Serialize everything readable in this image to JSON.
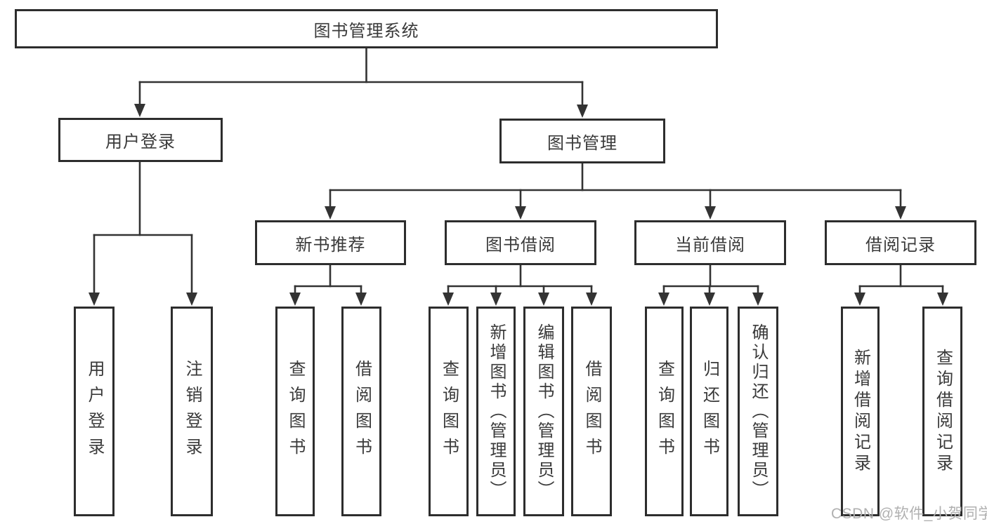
{
  "colors": {
    "line": "#333333",
    "border": "#2d2d2d",
    "text": "#3a3a3a",
    "box_fill": "#ffffff",
    "watermark": "#b0b0b0"
  },
  "diagram": {
    "root": {
      "label": "图书管理系统"
    },
    "branches": [
      {
        "label": "用户登录",
        "children": [
          {
            "label": "用户登录"
          },
          {
            "label": "注销登录"
          }
        ]
      },
      {
        "label": "图书管理",
        "children": [
          {
            "label": "新书推荐",
            "children": [
              {
                "label": "查询图书"
              },
              {
                "label": "借阅图书"
              }
            ]
          },
          {
            "label": "图书借阅",
            "children": [
              {
                "label": "查询图书"
              },
              {
                "label": "新增图书（管理员）"
              },
              {
                "label": "编辑图书（管理员）"
              },
              {
                "label": "借阅图书"
              }
            ]
          },
          {
            "label": "当前借阅",
            "children": [
              {
                "label": "查询图书"
              },
              {
                "label": "归还图书"
              },
              {
                "label": "确认归还（管理员）"
              }
            ]
          },
          {
            "label": "借阅记录",
            "children": [
              {
                "label": "新增借阅记录"
              },
              {
                "label": "查询借阅记录"
              }
            ]
          }
        ]
      }
    ]
  },
  "watermark": {
    "text": "CSDN @软件_小贺同学"
  }
}
